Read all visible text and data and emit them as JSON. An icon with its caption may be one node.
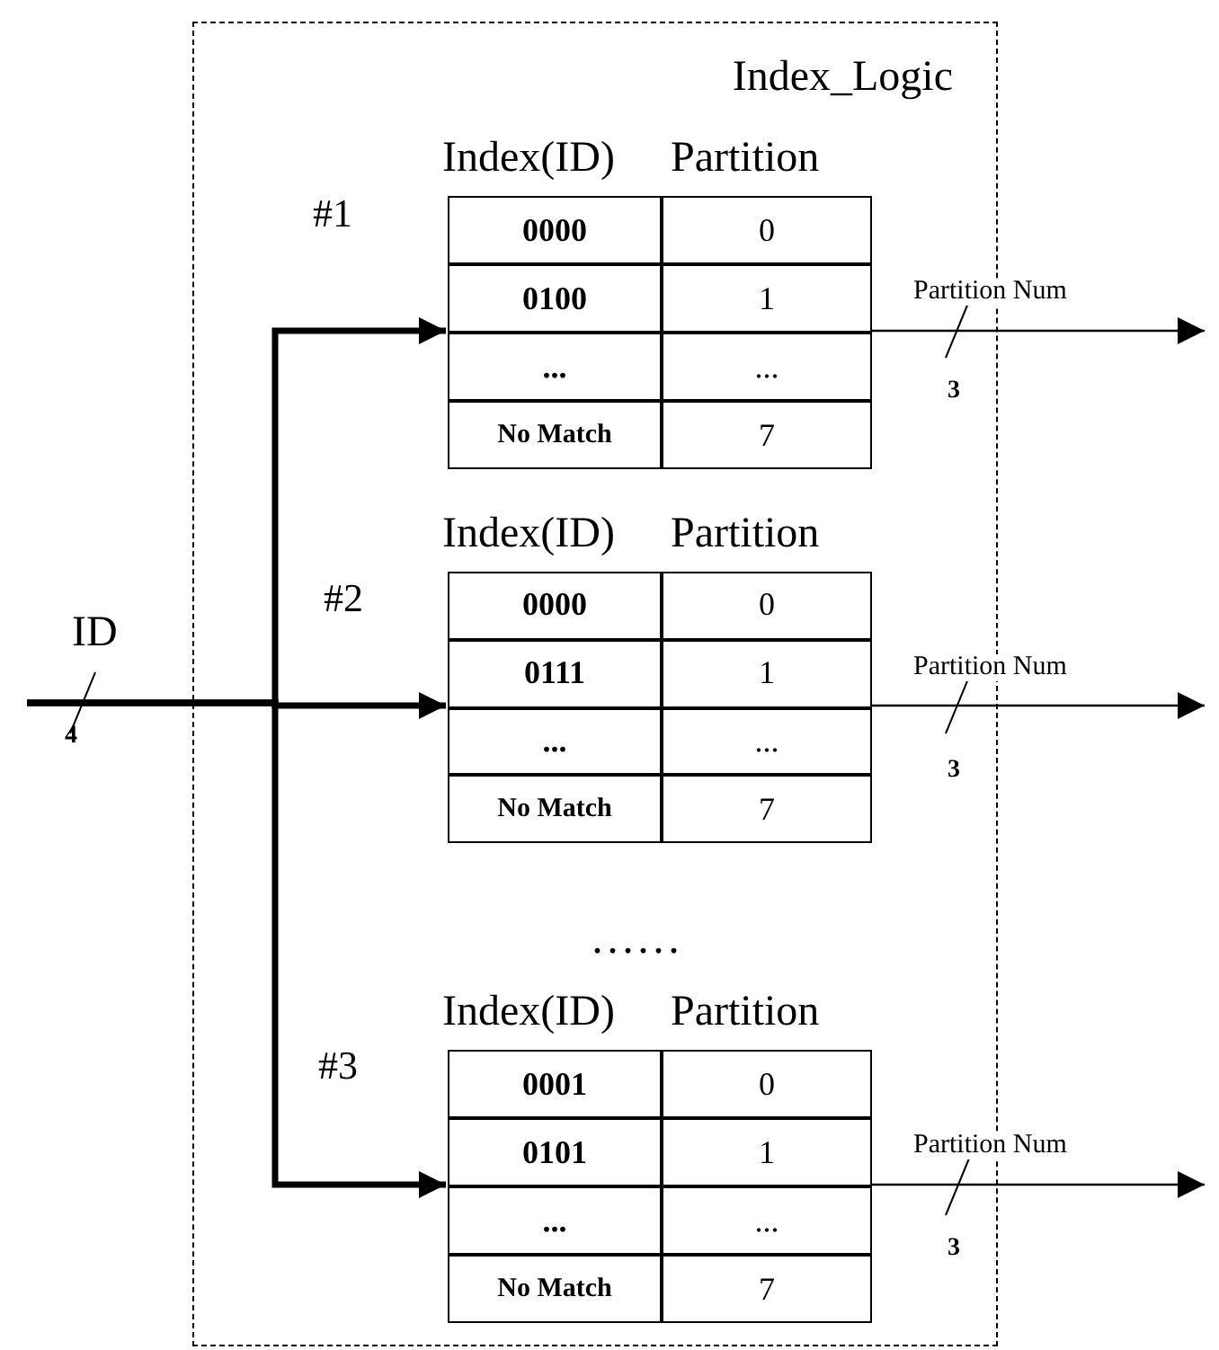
{
  "diagram": {
    "nodes": [
      {
        "text": [
          "Index_Logic"
        ]
      },
      {
        "text": [
          "Index(ID)",
          "Partition",
          "0000",
          "0",
          "0100",
          "1",
          "...",
          "...",
          "No Match",
          "7"
        ],
        "beside": [
          "#1"
        ],
        "in": 0
      },
      {
        "text": [
          "Index(ID)",
          "Partition",
          "0000",
          "0",
          "0111",
          "1",
          "...",
          "...",
          "No Match",
          "7"
        ],
        "beside": [
          "#2"
        ],
        "in": 0
      },
      {
        "text": [
          "Index(ID)",
          "Partition",
          "0001",
          "0",
          "0101",
          "1",
          "...",
          "...",
          "No Match",
          "7"
        ],
        "beside": [
          "#3"
        ],
        "in": 0
      }
    ],
    "edges": [
      {
        "from": null,
        "to": 1,
        "arrow": "to",
        "style": "thick"
      },
      {
        "from": null,
        "to": 2,
        "arrow": "to",
        "style": "thick"
      },
      {
        "from": null,
        "to": 3,
        "arrow": "to",
        "style": "thick"
      },
      {
        "from": 1,
        "to": null,
        "arrow": "to",
        "label": "Partition Num"
      },
      {
        "from": 2,
        "to": null,
        "arrow": "to",
        "label": "Partition Num"
      },
      {
        "from": 3,
        "to": null,
        "arrow": "to",
        "label": "Partition Num"
      }
    ],
    "labels": [
      "3",
      "ID",
      "4",
      "3",
      "......",
      "3"
    ]
  }
}
